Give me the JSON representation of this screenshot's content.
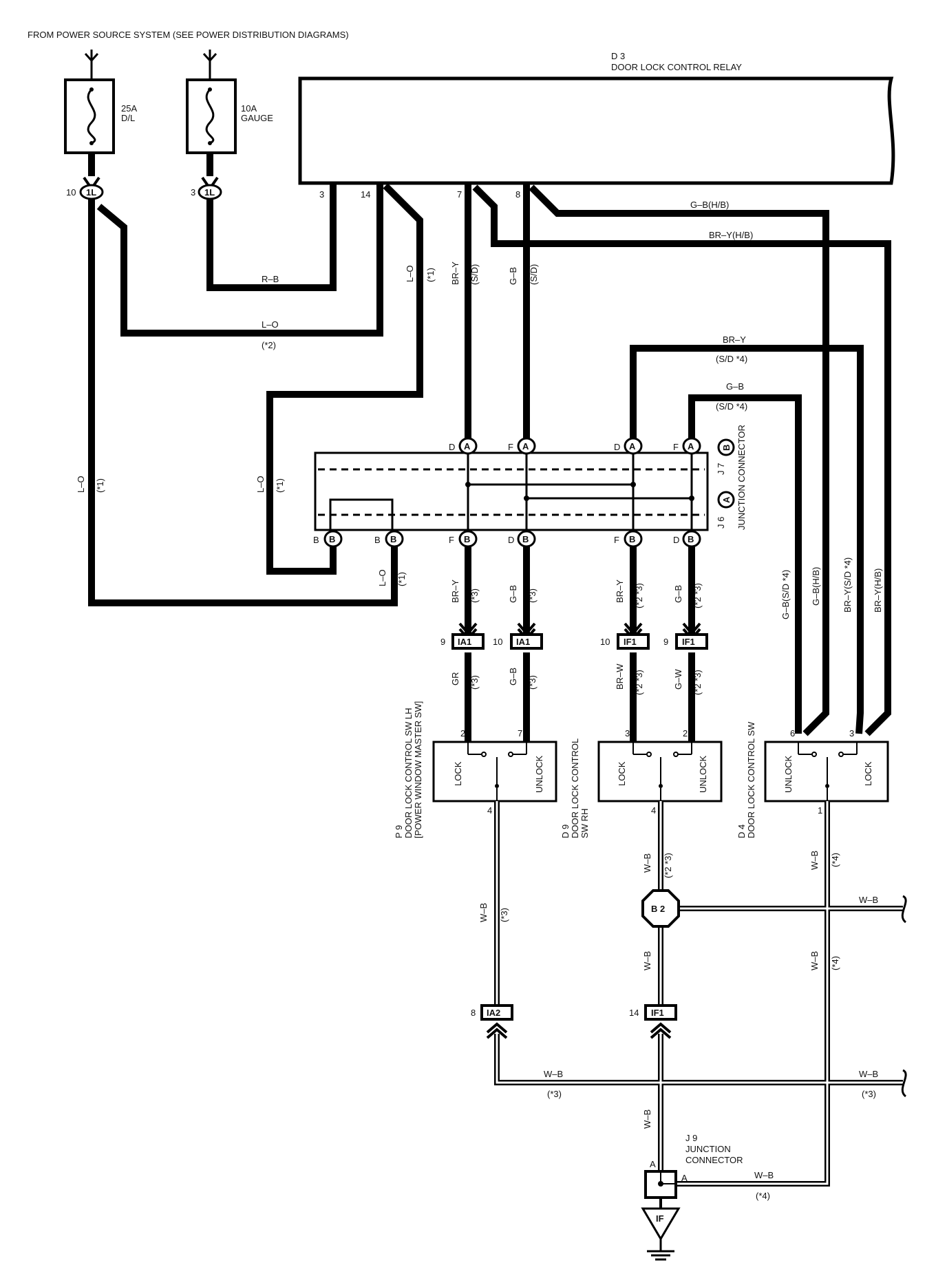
{
  "header": {
    "source_note": "FROM POWER SOURCE SYSTEM (SEE POWER DISTRIBUTION DIAGRAMS)"
  },
  "fuses": [
    {
      "rating": "25A",
      "name": "D/L"
    },
    {
      "rating": "10A",
      "name": "GAUGE"
    }
  ],
  "connectors_1l": [
    {
      "code": "1L",
      "pin": "10"
    },
    {
      "code": "1L",
      "pin": "3"
    }
  ],
  "relay": {
    "ref": "D 3",
    "name": "DOOR LOCK CONTROL RELAY",
    "pins": [
      "3",
      "14",
      "7",
      "8"
    ]
  },
  "junction_j67": {
    "ref_a": "J 6",
    "ref_b": "J 7",
    "name": "JUNCTION CONNECTOR",
    "top": [
      {
        "pin": "D",
        "code": "A"
      },
      {
        "pin": "F",
        "code": "A"
      },
      {
        "pin": "D",
        "code": "A"
      },
      {
        "pin": "F",
        "code": "A"
      }
    ],
    "bottom": [
      {
        "pin": "B",
        "code": "B"
      },
      {
        "pin": "B",
        "code": "B"
      },
      {
        "pin": "F",
        "code": "B"
      },
      {
        "pin": "D",
        "code": "B"
      },
      {
        "pin": "F",
        "code": "B"
      },
      {
        "pin": "D",
        "code": "B"
      }
    ],
    "marker_a": "A",
    "marker_b": "B"
  },
  "wires": {
    "rb": "R–B",
    "lo": "L–O",
    "lo_note2": "(*2)",
    "lo_note1": "(*1)",
    "bry": "BR–Y",
    "gb": "G–B",
    "sd": "(S/D)",
    "gb_hb": "G–B(H/B)",
    "bry_hb": "BR–Y(H/B)",
    "bry_sd4": "BR–Y",
    "gb_sd4": "G–B",
    "sd4": "(S/D *4)",
    "note3": "(*3)",
    "note23": "(*2 *3)",
    "gr": "GR",
    "brw": "BR–W",
    "gw": "G–W",
    "gb_sd4_v": "G–B(S/D *4)",
    "gb_hb_v": "G–B(H/B)",
    "bry_sd4_v": "BR–Y(S/D *4)",
    "bry_hb_v": "BR–Y(H/B)",
    "wb": "W–B",
    "note4": "(*4)"
  },
  "inline_connectors": [
    {
      "code": "IA1",
      "pin": "9"
    },
    {
      "code": "IA1",
      "pin": "10"
    },
    {
      "code": "IF1",
      "pin": "10"
    },
    {
      "code": "IF1",
      "pin": "9"
    },
    {
      "code": "IA2",
      "pin": "8"
    },
    {
      "code": "IF1",
      "pin": "14"
    }
  ],
  "switches": [
    {
      "ref": "P 9",
      "name1": "DOOR LOCK CONTROL SW LH",
      "name2": "[POWER WINDOW MASTER SW]",
      "pin_left": "2",
      "pin_right": "7",
      "pin_bottom": "4",
      "left": "LOCK",
      "right": "UNLOCK"
    },
    {
      "ref": "D 9",
      "name1": "DOOR LOCK CONTROL",
      "name2": "SW RH",
      "pin_left": "3",
      "pin_right": "2",
      "pin_bottom": "4",
      "left": "LOCK",
      "right": "UNLOCK"
    },
    {
      "ref": "D 4",
      "name1": "DOOR LOCK CONTROL SW",
      "name2": "",
      "pin_left": "6",
      "pin_right": "3",
      "pin_bottom": "1",
      "left": "UNLOCK",
      "right": "LOCK"
    }
  ],
  "splice": {
    "code": "B 2"
  },
  "junction_j9": {
    "ref": "J 9",
    "name1": "JUNCTION",
    "name2": "CONNECTOR",
    "pin_top": "A",
    "pin_right": "A"
  },
  "ground": {
    "code": "IF"
  }
}
